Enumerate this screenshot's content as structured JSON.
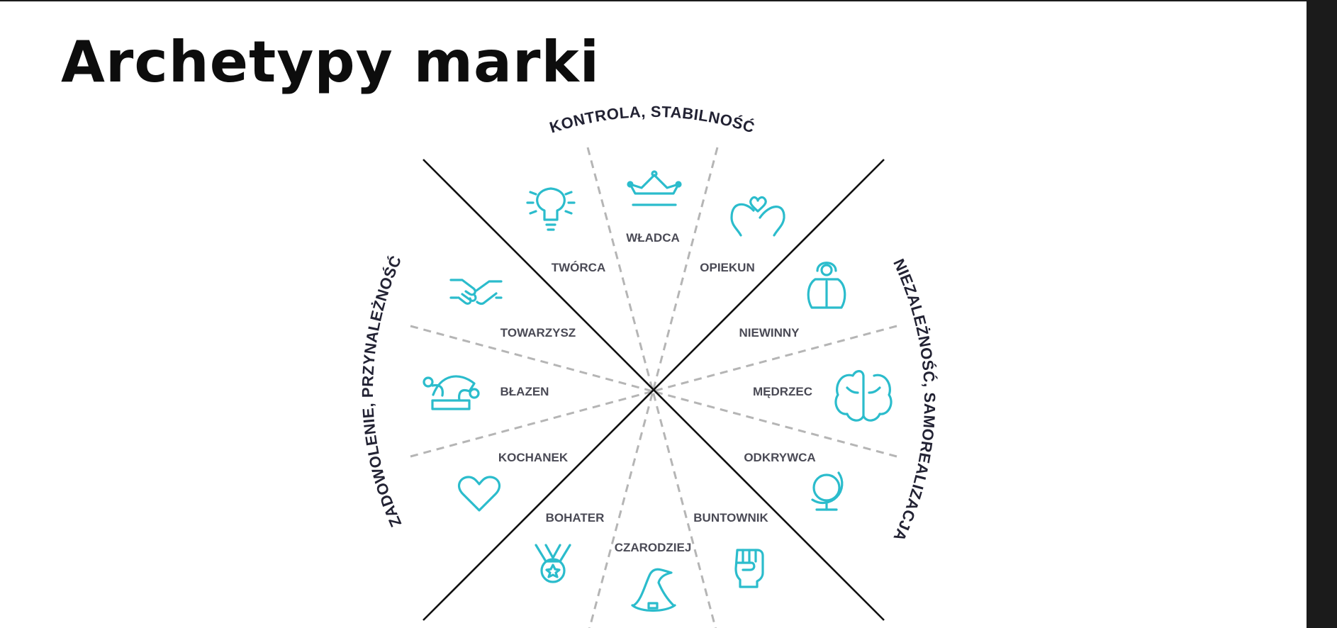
{
  "slide": {
    "title": "Archetypy marki"
  },
  "axes": {
    "top": "KONTROLA, STABILNOŚĆ",
    "right": "NIEZALEŻNOŚĆ, SAMOREALIZACJA",
    "left": "ZADOWOLENIE, PRZYNALEŻNOŚĆ"
  },
  "archetypes": [
    {
      "label": "WŁADCA",
      "icon": "crown-icon"
    },
    {
      "label": "OPIEKUN",
      "icon": "hands-heart-icon"
    },
    {
      "label": "NIEWINNY",
      "icon": "angel-icon"
    },
    {
      "label": "MĘDRZEC",
      "icon": "brain-icon"
    },
    {
      "label": "ODKRYWCA",
      "icon": "globe-icon"
    },
    {
      "label": "BUNTOWNIK",
      "icon": "fist-icon"
    },
    {
      "label": "CZARODZIEJ",
      "icon": "wizard-hat-icon"
    },
    {
      "label": "BOHATER",
      "icon": "medal-icon"
    },
    {
      "label": "KOCHANEK",
      "icon": "heart-icon"
    },
    {
      "label": "BŁAZEN",
      "icon": "jester-hat-icon"
    },
    {
      "label": "TOWARZYSZ",
      "icon": "handshake-icon"
    },
    {
      "label": "TWÓRCA",
      "icon": "lightbulb-icon"
    }
  ],
  "colors": {
    "icon": "#2bbccc",
    "solid_lines": "#111111",
    "dashed_lines": "#b5b5b5",
    "label_text": "#4a4a55",
    "background": "#ffffff"
  }
}
